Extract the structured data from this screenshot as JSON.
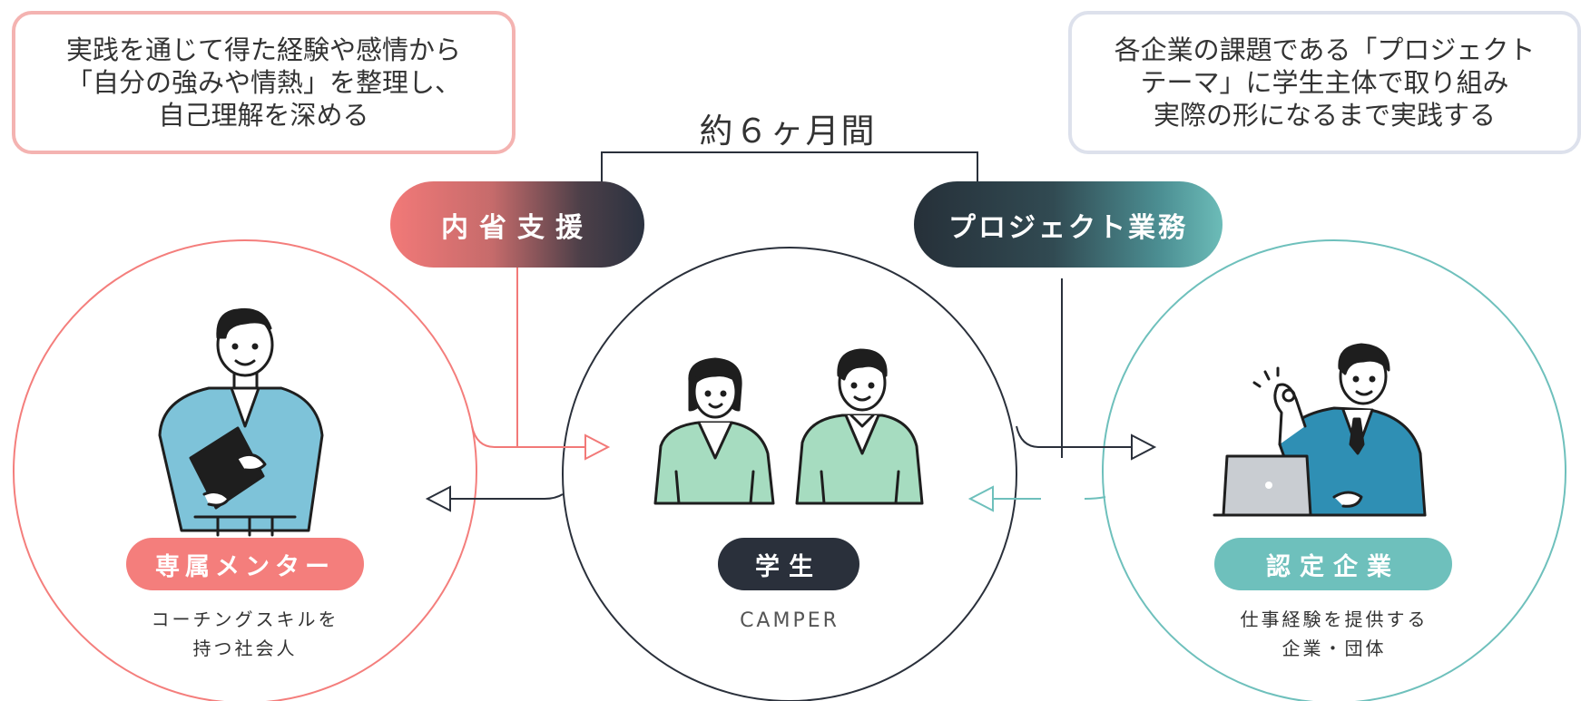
{
  "callouts": {
    "left": {
      "lines": [
        "実践を通じて得た経験や感情から",
        "「自分の強みや情熱」を整理し、",
        "自己理解を深める"
      ],
      "border_color": "#f4b3b1"
    },
    "right": {
      "lines": [
        "各企業の課題である「プロジェクト",
        "テーマ」に学生主体で取り組み",
        "実際の形になるまで実践する"
      ],
      "border_color": "#dde1ec"
    }
  },
  "duration": "約６ヶ月間",
  "pills": {
    "support": "内省支援",
    "project": "プロジェクト業務"
  },
  "nodes": {
    "mentor": {
      "label": "専属メンター",
      "desc": [
        "コーチングスキルを",
        "持つ社会人"
      ],
      "color": "#f47e7c",
      "icon": "mentor-illustration"
    },
    "student": {
      "label": "学生",
      "sublabel": "CAMPER",
      "color": "#2a303b",
      "icon": "students-illustration"
    },
    "company": {
      "label": "認定企業",
      "desc": [
        "仕事経験を提供する",
        "企業・団体"
      ],
      "color": "#6ec0bc",
      "icon": "businessman-illustration"
    }
  },
  "colors": {
    "coral": "#f27978",
    "dark": "#2a303b",
    "teal": "#6ec0bc",
    "shirt_green": "#a6dcc0",
    "sweater_blue": "#7ec3d9",
    "suit_blue": "#2f8fb4"
  }
}
